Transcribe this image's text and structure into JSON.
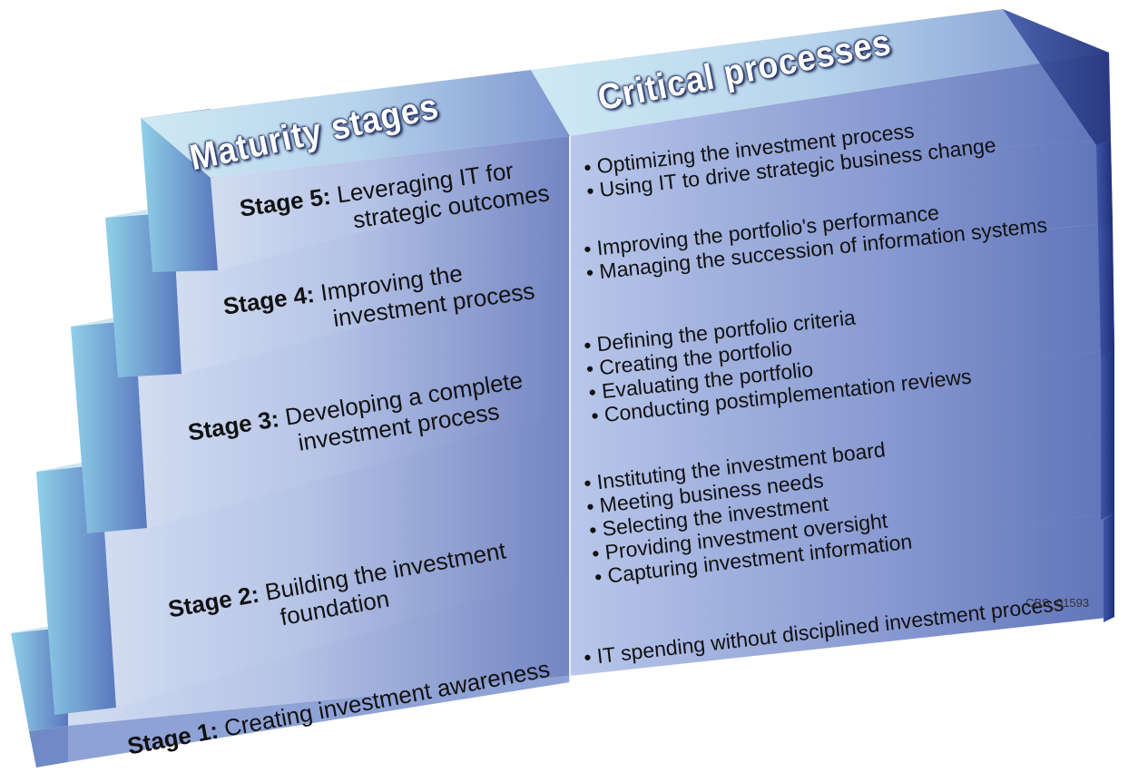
{
  "headers": {
    "left": "Maturity stages",
    "right": "Critical processes"
  },
  "stages": [
    {
      "number": "Stage 1:",
      "title_lines": [
        "Creating investment awareness"
      ],
      "processes": [
        "IT spending without disciplined investment process"
      ]
    },
    {
      "number": "Stage 2:",
      "title_lines": [
        "Building the investment",
        "foundation"
      ],
      "processes": [
        "Instituting the investment board",
        "Meeting business needs",
        "Selecting the investment",
        "Providing investment oversight",
        "Capturing investment information"
      ]
    },
    {
      "number": "Stage 3:",
      "title_lines": [
        "Developing a complete",
        "investment process"
      ],
      "processes": [
        "Defining the portfolio criteria",
        "Creating the portfolio",
        "Evaluating the portfolio",
        "Conducting postimplementation reviews"
      ]
    },
    {
      "number": "Stage 4:",
      "title_lines": [
        "Improving the",
        "investment process"
      ],
      "processes": [
        "Improving the portfolio's performance",
        "Managing the succession of information systems"
      ]
    },
    {
      "number": "Stage 5:",
      "title_lines": [
        "Leveraging IT for",
        "strategic outcomes"
      ],
      "processes": [
        "Optimizing the investment process",
        "Using IT to drive strategic business change"
      ]
    }
  ],
  "figure_code": "CBS_01593",
  "colors": {
    "front_light": "#c9d6ee",
    "front_dark": "#7c8ec6",
    "top_face": "#b8dcec",
    "side_face": "#5f7fbf",
    "edge": "#2c3f8a"
  }
}
